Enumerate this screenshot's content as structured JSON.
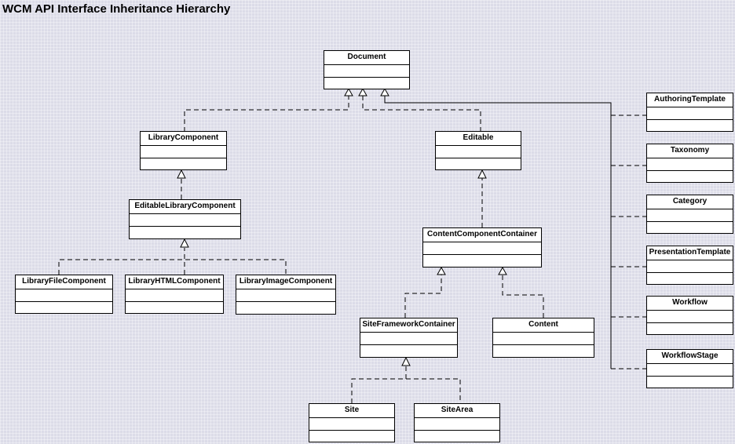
{
  "title": "WCM API Interface Inheritance Hierarchy",
  "interfaces": {
    "document": "Document",
    "library_component": "LibraryComponent",
    "editable": "Editable",
    "editable_library_component": "EditableLibraryComponent",
    "content_component_container": "ContentComponentContainer",
    "library_file_component": "LibraryFileComponent",
    "library_html_component": "LibraryHTMLComponent",
    "library_image_component": "LibraryImageComponent",
    "site_framework_container": "SiteFrameworkContainer",
    "content": "Content",
    "site": "Site",
    "site_area": "SiteArea",
    "authoring_template": "AuthoringTemplate",
    "taxonomy": "Taxonomy",
    "category": "Category",
    "presentation_template": "PresentationTemplate",
    "workflow": "Workflow",
    "workflow_stage": "WorkflowStage"
  },
  "colors": {
    "background": "#dcdce8",
    "box_fill": "#ffffff",
    "line": "#000000"
  }
}
